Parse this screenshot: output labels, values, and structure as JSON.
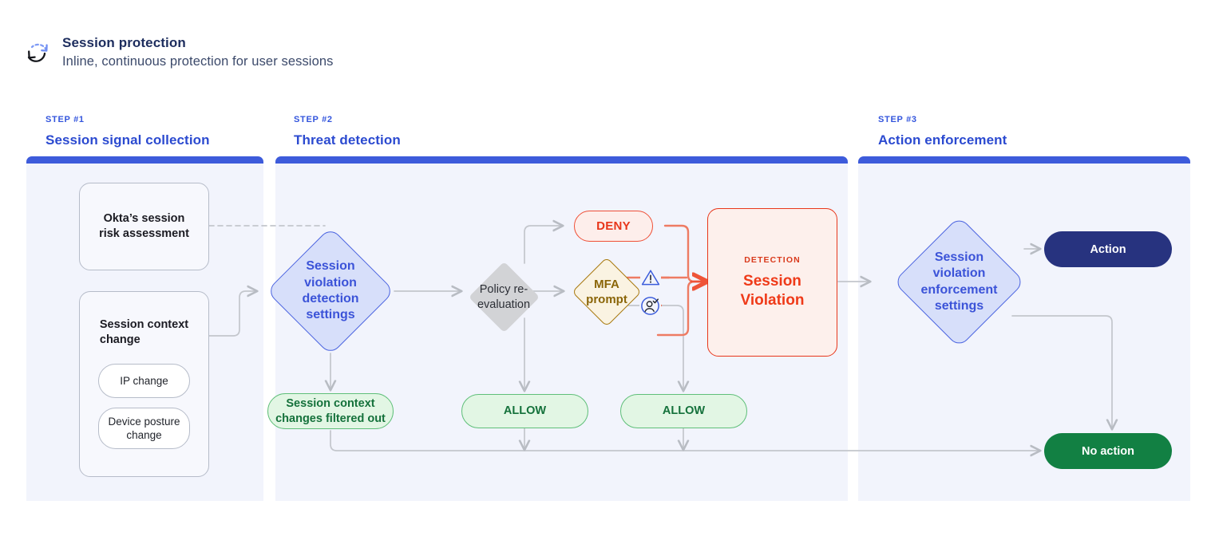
{
  "header": {
    "icon": "session-refresh-icon",
    "title": "Session protection",
    "subtitle": "Inline, continuous protection for user sessions"
  },
  "steps": [
    {
      "kicker": "STEP #1",
      "title": "Session signal collection"
    },
    {
      "kicker": "STEP #2",
      "title": "Threat detection"
    },
    {
      "kicker": "STEP #3",
      "title": "Action enforcement"
    }
  ],
  "step1": {
    "risk_card": "Okta’s session\nrisk assessment",
    "context_card": "Session context\nchange",
    "chips": [
      {
        "label": "IP change"
      },
      {
        "label": "Device posture\nchange"
      }
    ]
  },
  "step2": {
    "detection_diamond": "Session\nviolation\ndetection\nsettings",
    "policy_diamond": "Policy re-\nevaluation",
    "deny_pill": "DENY",
    "mfa_diamond": "MFA\nprompt",
    "filtered_pill": "Session context\nchanges filtered out",
    "allow_pill_1": "ALLOW",
    "allow_pill_2": "ALLOW",
    "violation": {
      "kicker": "DETECTION",
      "title": "Session\nViolation"
    },
    "icons": [
      {
        "name": "warning-triangle-icon"
      },
      {
        "name": "user-verified-icon"
      }
    ]
  },
  "step3": {
    "enforcement_diamond": "Session\nviolation\nenforcement\nsettings",
    "action_pill": "Action",
    "no_action_pill": "No action"
  },
  "colors": {
    "accent_blue": "#3d5bdb",
    "panel_bg": "#f2f4fc",
    "danger_red": "#e8361a",
    "allow_green": "#14713b",
    "action_navy": "#27337f",
    "no_action_green": "#128043",
    "mfa_gold": "#a8780d",
    "edge_gray": "#c3c6cc"
  }
}
